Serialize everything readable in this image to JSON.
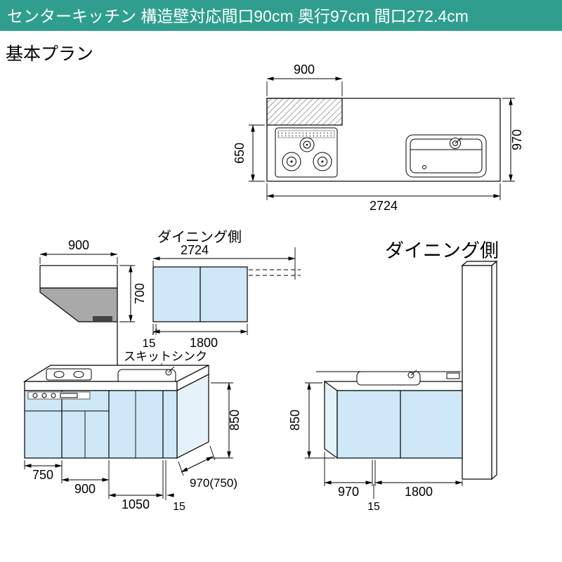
{
  "header": {
    "title": "センターキッチン 構造壁対応間口90cm 奥行97cm 間口272.4cm"
  },
  "labels": {
    "plan_title": "基本プラン",
    "dining_side_small": "ダイニング側",
    "dining_side_large": "ダイニング側",
    "sink_label": "スキットシンク"
  },
  "plan_view": {
    "hood_width": "900",
    "depth_front": "650",
    "depth_total": "970",
    "total_width": "2724"
  },
  "hood_view": {
    "width": "900",
    "height": "700"
  },
  "wall_cabinet_view": {
    "total_width": "2724",
    "end_gap": "15",
    "cabinet_width": "1800"
  },
  "front_view": {
    "section1": "750",
    "section2": "900",
    "section3": "1050",
    "end_gap": "15",
    "depth": "970(750)",
    "counter_height": "850"
  },
  "dining_view": {
    "left_span": "970",
    "end_gap": "15",
    "cabinet_width": "1800",
    "counter_height": "850"
  },
  "colors": {
    "header_bg": "#2f9e8e",
    "cabinet_fill": "#cfe8f7",
    "cabinet_side_fill": "#e6f2fa",
    "hood_gray": "#a9a9a9"
  }
}
